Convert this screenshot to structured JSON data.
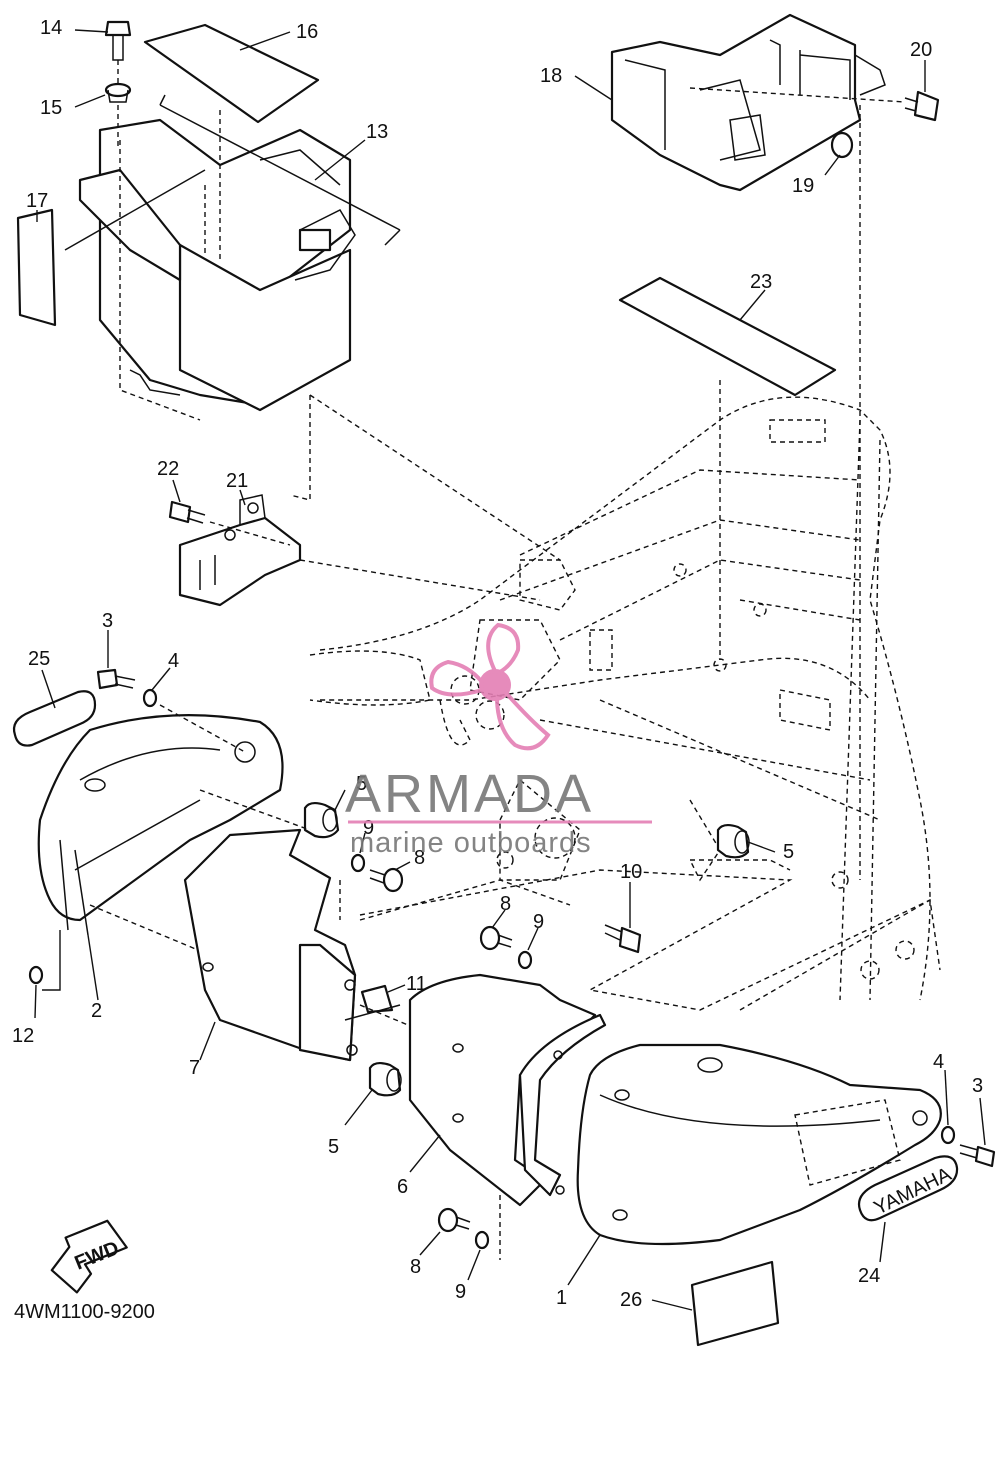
{
  "diagram": {
    "drawing_code": "4WM1100-9200",
    "fwd_label": "FWD",
    "brand_emblem_text": "YAMAHA",
    "callouts": [
      {
        "id": "c14",
        "label": "14"
      },
      {
        "id": "c16",
        "label": "16"
      },
      {
        "id": "c15",
        "label": "15"
      },
      {
        "id": "c13",
        "label": "13"
      },
      {
        "id": "c17",
        "label": "17"
      },
      {
        "id": "c18",
        "label": "18"
      },
      {
        "id": "c20",
        "label": "20"
      },
      {
        "id": "c19",
        "label": "19"
      },
      {
        "id": "c23",
        "label": "23"
      },
      {
        "id": "c22",
        "label": "22"
      },
      {
        "id": "c21",
        "label": "21"
      },
      {
        "id": "c3a",
        "label": "3"
      },
      {
        "id": "c25",
        "label": "25"
      },
      {
        "id": "c4a",
        "label": "4"
      },
      {
        "id": "c5a",
        "label": "5"
      },
      {
        "id": "c9a",
        "label": "9"
      },
      {
        "id": "c8a",
        "label": "8"
      },
      {
        "id": "c5b",
        "label": "5"
      },
      {
        "id": "c10",
        "label": "10"
      },
      {
        "id": "c8b",
        "label": "8"
      },
      {
        "id": "c9b",
        "label": "9"
      },
      {
        "id": "c11",
        "label": "11"
      },
      {
        "id": "c12",
        "label": "12"
      },
      {
        "id": "c2",
        "label": "2"
      },
      {
        "id": "c7",
        "label": "7"
      },
      {
        "id": "c5c",
        "label": "5"
      },
      {
        "id": "c6",
        "label": "6"
      },
      {
        "id": "c4b",
        "label": "4"
      },
      {
        "id": "c3b",
        "label": "3"
      },
      {
        "id": "c24",
        "label": "24"
      },
      {
        "id": "c8c",
        "label": "8"
      },
      {
        "id": "c9c",
        "label": "9"
      },
      {
        "id": "c1",
        "label": "1"
      },
      {
        "id": "c26",
        "label": "26"
      }
    ]
  },
  "watermark": {
    "brand": "ARMADA",
    "tagline": "marine outboards",
    "logo_icon": "propeller-icon",
    "accent_color": "#e47fb4",
    "text_color": "#777777"
  }
}
